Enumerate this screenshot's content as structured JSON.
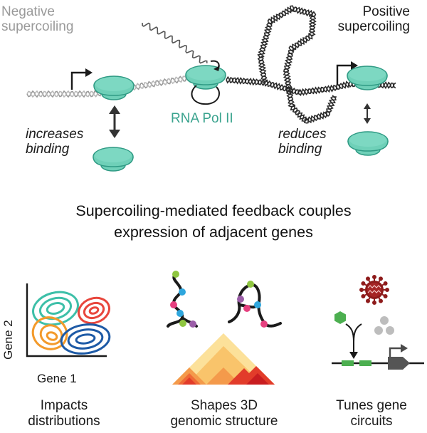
{
  "top": {
    "negative_label": "Negative\nsupercoiling",
    "positive_label": "Positive\nsupercoiling",
    "polymerase_label": "RNA Pol II",
    "increases_label": "increases\nbinding",
    "reduces_label": "reduces\nbinding"
  },
  "headline": "Supercoiling-mediated feedback couples\nexpression of adjacent genes",
  "panels": {
    "distributions": {
      "xlabel": "Gene 1",
      "ylabel": "Gene 2",
      "caption": "Impacts\ndistributions",
      "contour_colors": [
        "#3dbfa8",
        "#e8463c",
        "#f39a2b",
        "#1d5aa6"
      ]
    },
    "structure": {
      "caption": "Shapes 3D\ngenomic structure",
      "bead_colors": [
        "#8fc640",
        "#2fa6dd",
        "#e6407f",
        "#9b5ea8"
      ],
      "heatmap_colors": [
        "#fce19a",
        "#f9c46b",
        "#f49a4b",
        "#ef6a36",
        "#e23c2a",
        "#c91d20"
      ]
    },
    "circuits": {
      "caption": "Tunes gene\ncircuits",
      "virus_color": "#8e1b1b",
      "inducer_color": "#4caf50",
      "molecule_color": "#bdbdbd"
    }
  },
  "colors": {
    "polymerase": "#6fd0b8",
    "polymerase_outline": "#2f9a84",
    "dna_dark": "#2b2b2b",
    "dna_light": "#9a9a9a"
  }
}
